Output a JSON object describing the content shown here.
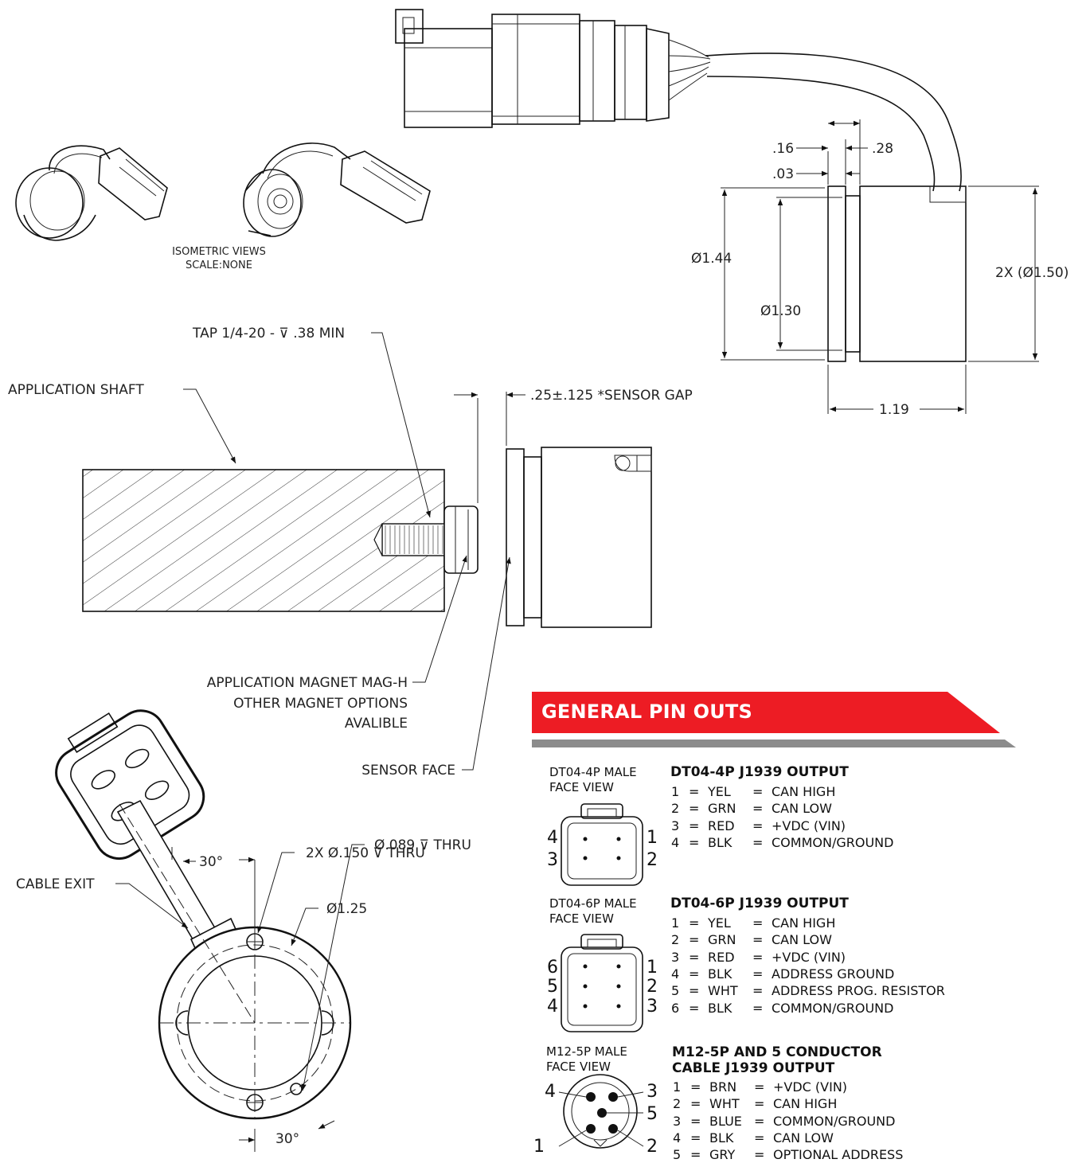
{
  "drawing": {
    "isometric_caption": [
      "ISOMETRIC VIEWS",
      "SCALE:NONE"
    ],
    "dims": {
      "d028": ".28",
      "d016": ".16",
      "d003": ".03",
      "dia144": "Ø1.44",
      "dia130": "Ø1.30",
      "dia150": "2X (Ø1.50)",
      "len119": "1.19",
      "gap": ".25±.125 *SENSOR GAP",
      "angle_top": "30°",
      "angle_bottom": "30°",
      "holes": "2X Ø.150 ⊽ THRU",
      "dia125": "Ø1.25",
      "dia089": "Ø.089 ⊽ THRU"
    },
    "callouts": {
      "tap": "TAP 1/4-20 - ⊽ .38 MIN",
      "shaft": "APPLICATION SHAFT",
      "magnet": [
        "APPLICATION MAGNET MAG-H",
        "OTHER MAGNET OPTIONS",
        "AVALIBLE"
      ],
      "sensor_face": "SENSOR FACE",
      "cable_exit": "CABLE EXIT"
    }
  },
  "pinouts": {
    "banner": "GENERAL PIN OUTS",
    "accent_color": "#ed1c24",
    "rule_color": "#8c8c8c",
    "sections": [
      {
        "caption": [
          "DT04-4P MALE",
          "FACE VIEW"
        ],
        "title": [
          "DT04-4P J1939 OUTPUT"
        ],
        "face_labels": [
          "4",
          "3",
          "1",
          "2"
        ],
        "rows": [
          [
            "1",
            "YEL",
            "CAN HIGH"
          ],
          [
            "2",
            "GRN",
            "CAN LOW"
          ],
          [
            "3",
            "RED",
            "+VDC (VIN)"
          ],
          [
            "4",
            "BLK",
            "COMMON/GROUND"
          ]
        ]
      },
      {
        "caption": [
          "DT04-6P MALE",
          "FACE VIEW"
        ],
        "title": [
          "DT04-6P J1939 OUTPUT"
        ],
        "face_labels": [
          "6",
          "5",
          "4",
          "1",
          "2",
          "3"
        ],
        "rows": [
          [
            "1",
            "YEL",
            "CAN HIGH"
          ],
          [
            "2",
            "GRN",
            "CAN LOW"
          ],
          [
            "3",
            "RED",
            "+VDC (VIN)"
          ],
          [
            "4",
            "BLK",
            "ADDRESS GROUND"
          ],
          [
            "5",
            "WHT",
            "ADDRESS PROG. RESISTOR"
          ],
          [
            "6",
            "BLK",
            "COMMON/GROUND"
          ]
        ]
      },
      {
        "caption": [
          "M12-5P MALE",
          "FACE VIEW"
        ],
        "title": [
          "M12-5P AND 5 CONDUCTOR",
          "CABLE J1939 OUTPUT"
        ],
        "face_labels": [
          "4",
          "3",
          "5",
          "1",
          "2"
        ],
        "rows": [
          [
            "1",
            "BRN",
            "+VDC (VIN)"
          ],
          [
            "2",
            "WHT",
            "CAN HIGH"
          ],
          [
            "3",
            "BLUE",
            "COMMON/GROUND"
          ],
          [
            "4",
            "BLK",
            "CAN LOW"
          ],
          [
            "5",
            "GRY",
            "OPTIONAL ADDRESS"
          ]
        ]
      }
    ],
    "eq": "="
  }
}
